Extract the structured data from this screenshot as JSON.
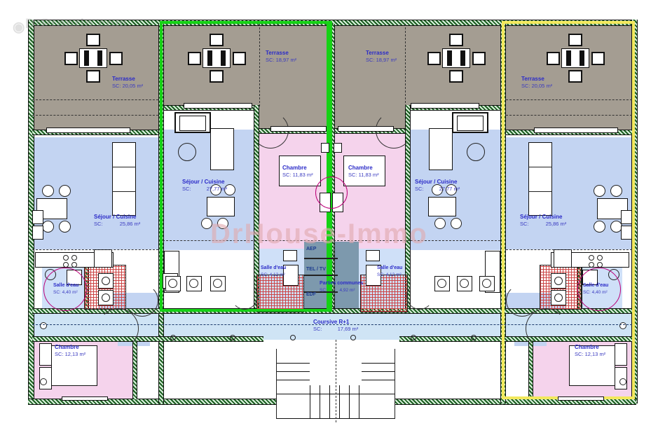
{
  "document": {
    "type": "architectural-floor-plan",
    "level": "R+1",
    "watermark_primary": "DrHouse-Immo",
    "watermark_secondary": "DrProprio.com",
    "sc_prefix": "SC:",
    "unit": "m²"
  },
  "colors": {
    "terrace": "#a49d92",
    "living": "#c3d4f2",
    "bedroom": "#f5d3ec",
    "bathroom": "#cfe0f8",
    "corridor": "#cfe4f5",
    "technical": "#7d99ad",
    "label": "#2b2bc8",
    "selection_green": "#15d215",
    "selection_yellow": "#f2e85c",
    "wall": "#1b5e20"
  },
  "rooms": [
    {
      "id": "terrasse-left",
      "name": "Terrasse",
      "sc": "SC: 20,05 m²"
    },
    {
      "id": "terrasse-c1",
      "name": "Terrasse",
      "sc": "SC: 18,97 m²"
    },
    {
      "id": "terrasse-c2",
      "name": "Terrasse",
      "sc": "SC: 18,97 m²"
    },
    {
      "id": "terrasse-right",
      "name": "Terrasse",
      "sc": "SC: 20,05 m²"
    },
    {
      "id": "sejour-left",
      "name": "Séjour / Cuisine",
      "sc": "SC:",
      "area": "25,86 m²"
    },
    {
      "id": "sejour-c1",
      "name": "Séjour / Cuisine",
      "sc": "SC:",
      "area": "27,77 m²"
    },
    {
      "id": "sejour-c2",
      "name": "Séjour / Cuisine",
      "sc": "SC:",
      "area": "27,77 m²"
    },
    {
      "id": "sejour-right",
      "name": "Séjour / Cuisine",
      "sc": "SC:",
      "area": "25,86 m²"
    },
    {
      "id": "chambre-c1",
      "name": "Chambre",
      "sc": "SC: 11,83 m²"
    },
    {
      "id": "chambre-c2",
      "name": "Chambre",
      "sc": "SC: 11,83 m²"
    },
    {
      "id": "chambre-left",
      "name": "Chambre",
      "sc": "SC: 12,13 m²"
    },
    {
      "id": "chambre-right",
      "name": "Chambre",
      "sc": "SC: 12,13 m²"
    },
    {
      "id": "sdeau-left",
      "name": "Salle d'eau",
      "sc": "SC:  4,40 m²"
    },
    {
      "id": "sdeau-c1",
      "name": "Salle d'eau",
      "sc": "SC:  4,12 m²"
    },
    {
      "id": "sdeau-c2",
      "name": "Salle d'eau",
      "sc": "SC:  4,12 m²"
    },
    {
      "id": "sdeau-right",
      "name": "Salle d'eau",
      "sc": "SC:  4,40 m²"
    },
    {
      "id": "parties-communes",
      "name": "Parties communes",
      "sc": "SC:",
      "area": "4,92 m²"
    },
    {
      "id": "coursive",
      "name": "Coursive R+1",
      "sc": "SC:",
      "area": "17,69 m²"
    }
  ],
  "technical_labels": {
    "aep": "AEP",
    "tel_tv": "TEL / TV",
    "edf": "EDF"
  }
}
